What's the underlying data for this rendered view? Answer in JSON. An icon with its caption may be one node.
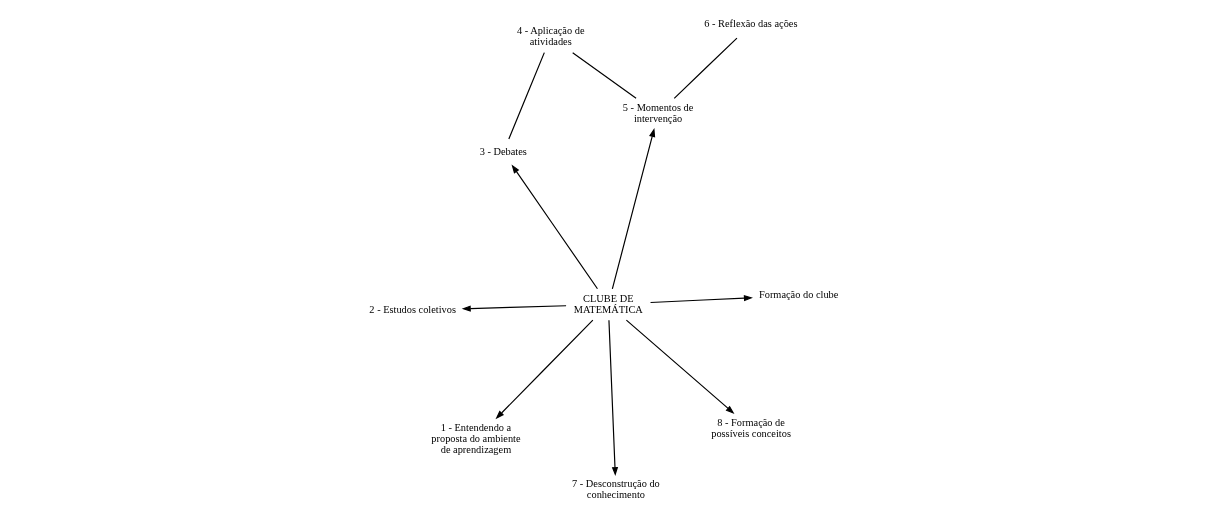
{
  "diagram": {
    "nodes": [
      {
        "text": [
          "CLUBE DE MATEMÁTICA"
        ]
      },
      {
        "text": [
          "Formação do clube"
        ]
      },
      {
        "text": [
          "1 - Entendendo a proposta do ambiente de aprendizagem"
        ]
      },
      {
        "text": [
          "2 - Estudos coletivos"
        ]
      },
      {
        "text": [
          "3 - Debates"
        ]
      },
      {
        "text": [
          "4 - Aplicação de atividades"
        ]
      },
      {
        "text": [
          "5 - Momentos de intervenção"
        ]
      },
      {
        "text": [
          "6 - Reflexão das ações"
        ]
      },
      {
        "text": [
          "7 - Desconstrução do conhecimento"
        ]
      },
      {
        "text": [
          "8 - Formação de possíveis conceitos"
        ]
      }
    ],
    "edges": [
      {
        "from": 0,
        "to": 1,
        "arrow": "to"
      },
      {
        "from": 0,
        "to": 2,
        "arrow": "to"
      },
      {
        "from": 0,
        "to": 3,
        "arrow": "to"
      },
      {
        "from": 0,
        "to": 4,
        "arrow": "to"
      },
      {
        "from": 0,
        "to": 6,
        "arrow": "to"
      },
      {
        "from": 0,
        "to": 8,
        "arrow": "to"
      },
      {
        "from": 0,
        "to": 9,
        "arrow": "to"
      },
      {
        "from": 7,
        "to": 6,
        "arrow": "none"
      },
      {
        "from": 6,
        "to": 5,
        "arrow": "none"
      },
      {
        "from": 5,
        "to": 4,
        "arrow": "none"
      }
    ]
  }
}
